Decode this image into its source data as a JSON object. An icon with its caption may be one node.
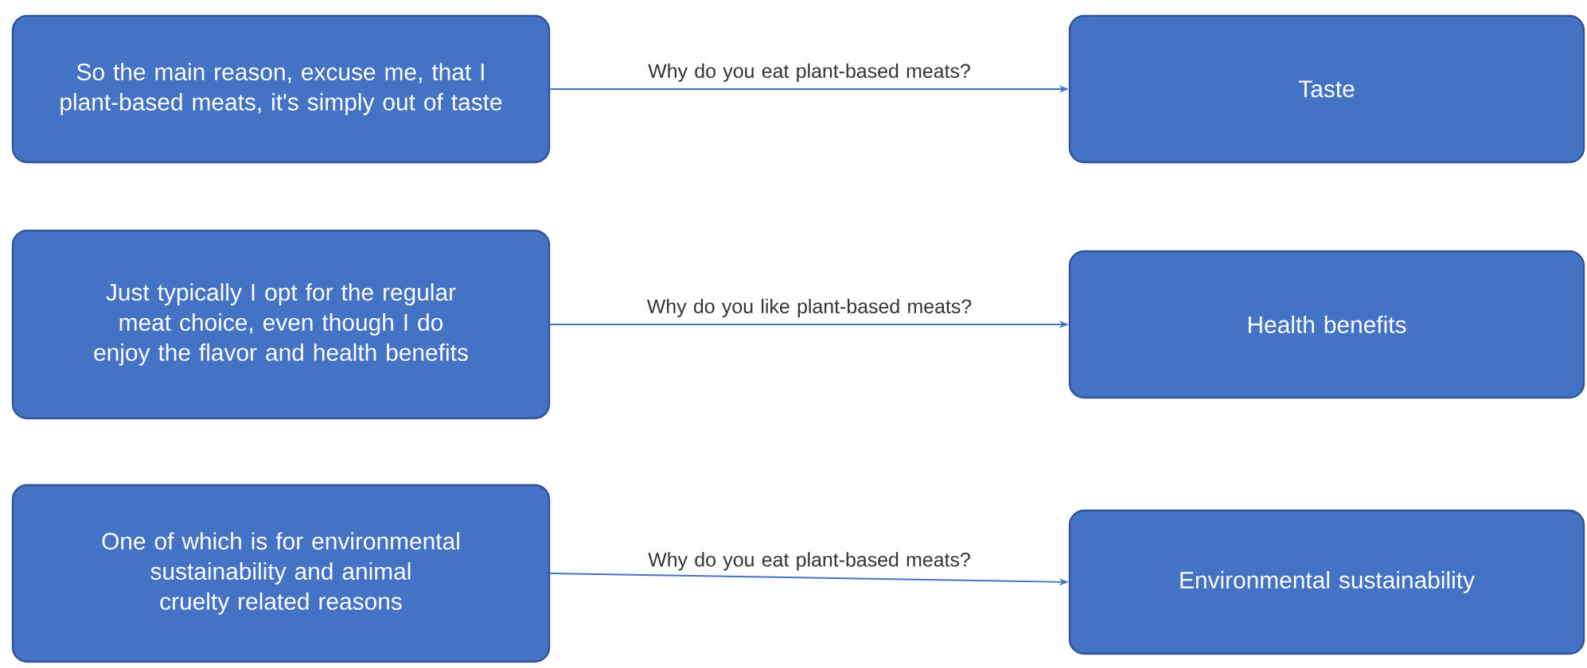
{
  "diagram": {
    "nodes": [
      {
        "text": [
          "So the main reason, excuse me, that I plant-based meats, it's simply out of taste"
        ]
      },
      {
        "text": [
          "Taste"
        ]
      },
      {
        "text": [
          "Just typically I opt for the regular meat choice, even though I do enjoy the flavor and health benefits"
        ]
      },
      {
        "text": [
          "Health benefits"
        ]
      },
      {
        "text": [
          "One of which is for environmental sustainability and animal cruelty related reasons"
        ]
      },
      {
        "text": [
          "Environmental sustainability"
        ]
      }
    ],
    "edges": [
      {
        "from": 0,
        "to": 1,
        "arrow": "to",
        "label": "Why do you eat plant-based meats?"
      },
      {
        "from": 2,
        "to": 3,
        "arrow": "to",
        "label": "Why do you like plant-based meats?"
      },
      {
        "from": 4,
        "to": 5,
        "arrow": "to",
        "label": "Why do you eat plant-based meats?"
      }
    ]
  }
}
